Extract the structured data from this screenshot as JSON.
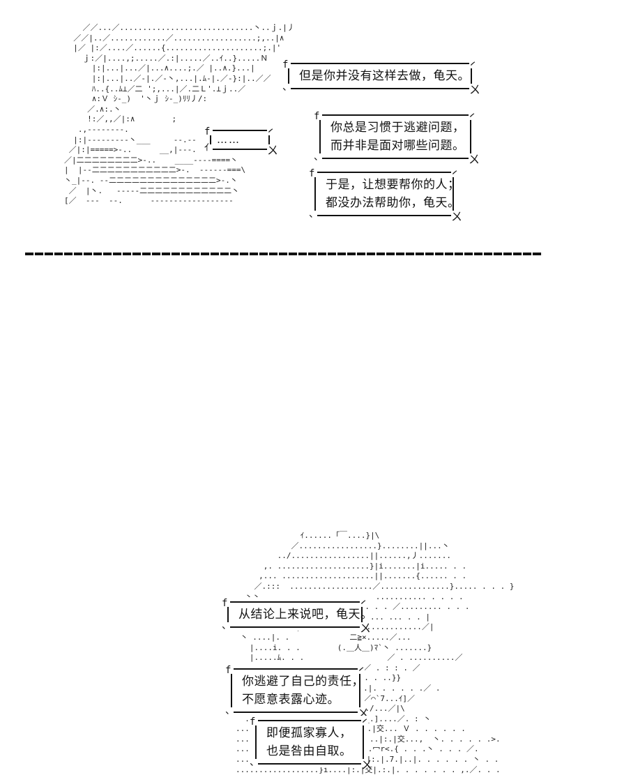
{
  "scene": {
    "title": "AA dialogue scene",
    "divider": {
      "name": "panel-divider",
      "char": "━"
    }
  },
  "panels": [
    {
      "id": "top",
      "art_name": "kneeling-figure-ascii-art",
      "art": "    ／／...／.............................丶..ｊ.|丿\n  ／／|..／............／..................;,..|∧\n  |／ |:／....／......{.....................;.|'\n    ｊ:／|....,;.....／.:|.....／..ｲ..}.....Ｎ\n      |:|...|...／|...∧....;.／ |..∧.}...|\n      |:|...|..／-|.／-丶,...|.ﾑ-|.／-}:|..／／\n      ﾊ..{..ﾑ⊥／二 ';,...|／.二Ｌ'.⊥ｊ..／\n      ∧:Ｖ ｼ-_)  '丶ｊ ｼ-_)ﾘﾘ丿/:\n     ／.∧:.丶\n     !:／,,／|:∧        ;\n   .,--------.\n  |:|---------丶___     --.--\n ／|:|=====>-..      __,|---.  ---====丶\n／|二二二二二二二二>-..    ____----====丶\n|  |--二二二二二二二二二二二>-.  ------===\\\n丶_|--. --二二二二二二二二二二二二二二>-.丶\n ／  |丶.   -----二二二二二二二二二二二二丶\n[／  ---  --.      ------------------\n"
    },
    {
      "id": "bottom",
      "art_name": "seated-figure-ascii-art",
      "art": "              ｲ......「￣....}|\\\n            ／.................}........||...丶\n         ../.................||......,丿.......\n      ,. ....................}|i.......|i..... . .\n     ,... ....................||.......{...... . .\n    ／.:::  ..................／...............}..... . . . }\n  丶丶 . ..................    ........... . . . .\n      | ..................{.. . . ／......... . . .\n   Ｙ......ｱ.  ￣-二二  \\／... ... ... . . |\n.............|.   -二二二二二×............／|\n 丶 ....|. .             二≧×.....／...\n   |....i. . .        (.＿人＿)ﾏ`丶 .......}\n   |.....ﾑ. . .                  ／ . ..........／\n  Ｙ.........丶丶         ／ ／ . : : . ／\n{..)...........丶 ≧ zzｼ／二  . . ..}}\n丶...............  ≧. . . . .|. . . . . .／ .\n  ..............   二 ...)||／⌒`7...ｲ]／\n  .........f⌒).||....|:.|..../...／|\\\n  .........|⌒i..}}.....|:.|[_.]....／. : 丶\n..................ﾊ Ｖ|....|:.|交... Ｖ . . . . . .\n......................[_.} ....|:.|交...,  丶. . . . . .>.\n.......................}}  丶.冖r<.{ . . .丶 . . . ／.\n.......................}}￣丶|:.|.7.|..|. . . . . . 丶 . .\n..................}i....|:.|交|.:.|. . . . . . . ,.／. . .\n"
    }
  ],
  "balloons": [
    {
      "id": "balloon-1",
      "name": "speech-balloon-1",
      "text": "但是你并没有这样去做，龟天。",
      "corners": {
        "tl": "f",
        "tr": "丶",
        "bl": "、",
        "br": "ㄨ"
      }
    },
    {
      "id": "balloon-2",
      "name": "speech-balloon-2",
      "text": "你总是习惯于逃避问题，\n而并非是面对哪些问题。",
      "corners": {
        "tl": "f",
        "tr": "丶",
        "bl": "、",
        "br": "ㄨ"
      }
    },
    {
      "id": "balloon-3",
      "name": "speech-balloon-3",
      "text": "于是，让想要帮你的人；\n都没办法帮助你，龟天。",
      "corners": {
        "tl": "f",
        "tr": "丶",
        "bl": "、",
        "br": "ㄨ"
      }
    },
    {
      "id": "balloon-ellipsis",
      "name": "speech-balloon-ellipsis",
      "text": "……",
      "corners": {
        "tl": "f",
        "tr": "丶",
        "bl": "ｲ",
        "br": "ㄨ"
      }
    },
    {
      "id": "balloon-4",
      "name": "speech-balloon-4",
      "text": "从结论上来说吧，龟天。",
      "corners": {
        "tl": "f",
        "tr": "丶",
        "bl": "、",
        "br": "ㄨ"
      }
    },
    {
      "id": "balloon-5",
      "name": "speech-balloon-5",
      "text": "你逃避了自己的责任，\n不愿意表露心迹。",
      "corners": {
        "tl": "f",
        "tr": "丶",
        "bl": "、",
        "br": "ㄨ"
      }
    },
    {
      "id": "balloon-6",
      "name": "speech-balloon-6",
      "text": "即便孤家寡人，\n也是咎由自取。",
      "corners": {
        "tl": "f",
        "tr": "丶",
        "bl": "、",
        "br": "ㄨ"
      }
    }
  ],
  "colors": {
    "background": "#ffffff",
    "text": "#111111",
    "art": "#1a1a1a"
  }
}
